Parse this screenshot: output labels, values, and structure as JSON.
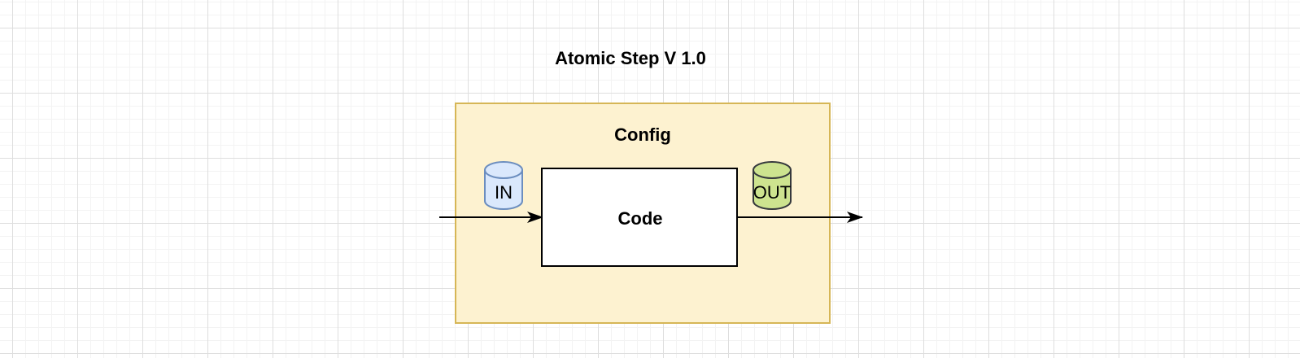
{
  "diagram": {
    "title": "Atomic Step V 1.0",
    "container": {
      "label": "Config",
      "fill": "#fdf2d0",
      "stroke": "#d6b656"
    },
    "process": {
      "label": "Code",
      "fill": "#ffffff",
      "stroke": "#000000"
    },
    "input_store": {
      "label": "IN",
      "fill": "#dae8fc",
      "stroke": "#6c8ebf"
    },
    "output_store": {
      "label": "OUT",
      "fill": "#cde38f",
      "stroke": "#36393d"
    }
  }
}
